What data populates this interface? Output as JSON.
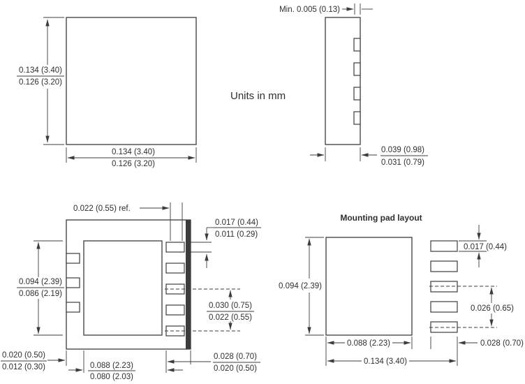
{
  "units_label": "Units in mm",
  "front_view": {
    "height_max": "0.134 (3.40)",
    "height_min": "0.126 (3.20)",
    "width_max": "0.134 (3.40)",
    "width_min": "0.126 (3.20)"
  },
  "side_view": {
    "top_clearance": "Min. 0.005 (0.13)",
    "width_max": "0.039 (0.98)",
    "width_min": "0.031 (0.79)"
  },
  "bottom_view": {
    "pitch_ref": "0.022 (0.55) ref.",
    "pad_width_max": "0.017 (0.44)",
    "pad_width_min": "0.011 (0.29)",
    "pad_span_max": "0.094 (2.39)",
    "pad_span_min": "0.086 (2.19)",
    "pad_gap_max": "0.030 (0.75)",
    "pad_gap_min": "0.022 (0.55)",
    "edge_offset_max": "0.020 (0.50)",
    "edge_offset_min": "0.012 (0.30)",
    "center_width_max": "0.088 (2.23)",
    "center_width_min": "0.080 (2.03)",
    "pad_length_max": "0.028 (0.70)",
    "pad_length_min": "0.020 (0.50)"
  },
  "mounting_pad_layout": {
    "title": "Mounting pad layout",
    "pad_height": "0.094 (2.39)",
    "finger_height": "0.017 (0.44)",
    "finger_pitch": "0.026 (0.65)",
    "center_pad_width": "0.088 (2.23)",
    "finger_length": "0.028 (0.70)",
    "total_width": "0.134 (3.40)"
  },
  "colors": {
    "line": "#3c3c3c",
    "text": "#2f2f2f",
    "background": "#ffffff"
  }
}
